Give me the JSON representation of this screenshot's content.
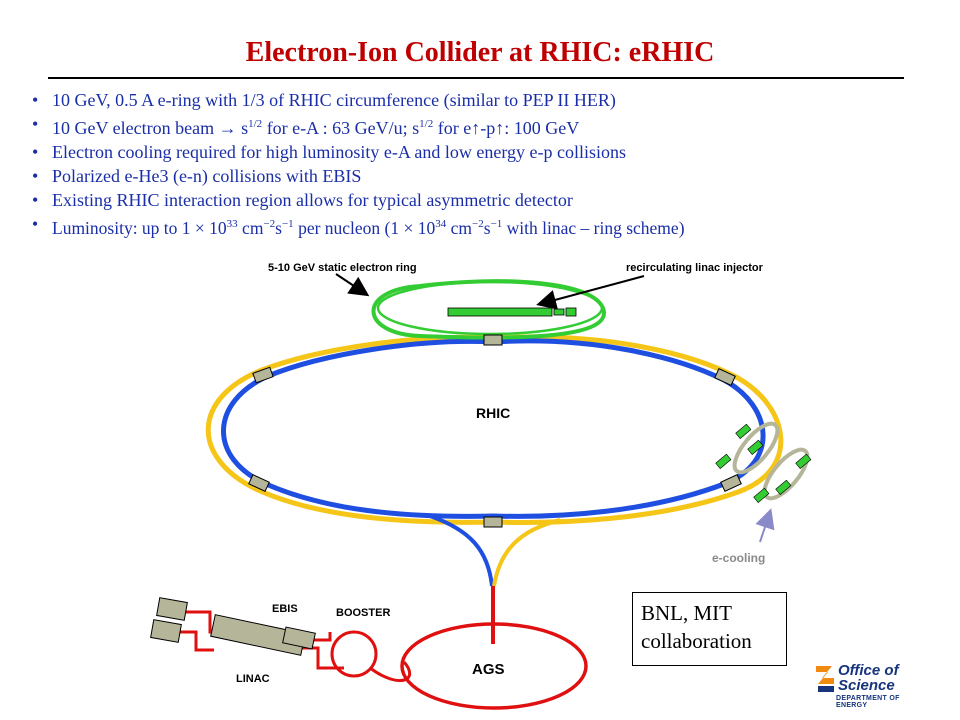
{
  "slide": {
    "title": "Electron-Ion Collider at RHIC: eRHIC"
  },
  "bullets": [
    {
      "text": "10 GeV, 0.5 A e-ring with 1/3 of RHIC circumference (similar to PEP II HER)"
    },
    {
      "pre": "10 GeV electron beam → s",
      "sup1": "1/2",
      "mid": " for e-A :  63 GeV/u;    s",
      "sup2": "1/2",
      "post": " for e↑-p↑: 100 GeV"
    },
    {
      "text": "Electron cooling required for high luminosity e-A and low energy e-p collisions"
    },
    {
      "text": "Polarized e-He3 (e-n) collisions with EBIS"
    },
    {
      "text": "Existing RHIC interaction region allows for typical asymmetric detector"
    },
    {
      "pre": "Luminosity: up to 1 × 10",
      "sup1": "33",
      "mid": " cm",
      "sup2": "−2",
      "mid2": "s",
      "sup3": "−1",
      "mid3": " per nucleon (1 × 10",
      "sup4": "34",
      "mid4": " cm",
      "sup5": "−2",
      "mid5": "s",
      "sup6": "−1",
      "post": " with linac – ring scheme)"
    }
  ],
  "diagram": {
    "labels": {
      "static_ring": "5-10 GeV static electron ring",
      "linac_injector": "recirculating linac injector",
      "rhic": "RHIC",
      "e_cooling": "e-cooling",
      "ebis": "EBIS",
      "booster": "BOOSTER",
      "ags": "AGS",
      "linac": "LINAC"
    },
    "colors": {
      "blue_ring": "#1f4fe0",
      "yellow_ring": "#f5c518",
      "green_ring": "#33cc33",
      "red_transfer": "#e01010",
      "magnet_gray": "#b5b59a",
      "arrow_lavender": "#8a8ac8"
    }
  },
  "collaboration": {
    "line1": "BNL, MIT",
    "line2": "collaboration"
  },
  "logo": {
    "line1": "Office of",
    "line2": "Science",
    "dept": "DEPARTMENT OF ENERGY"
  }
}
